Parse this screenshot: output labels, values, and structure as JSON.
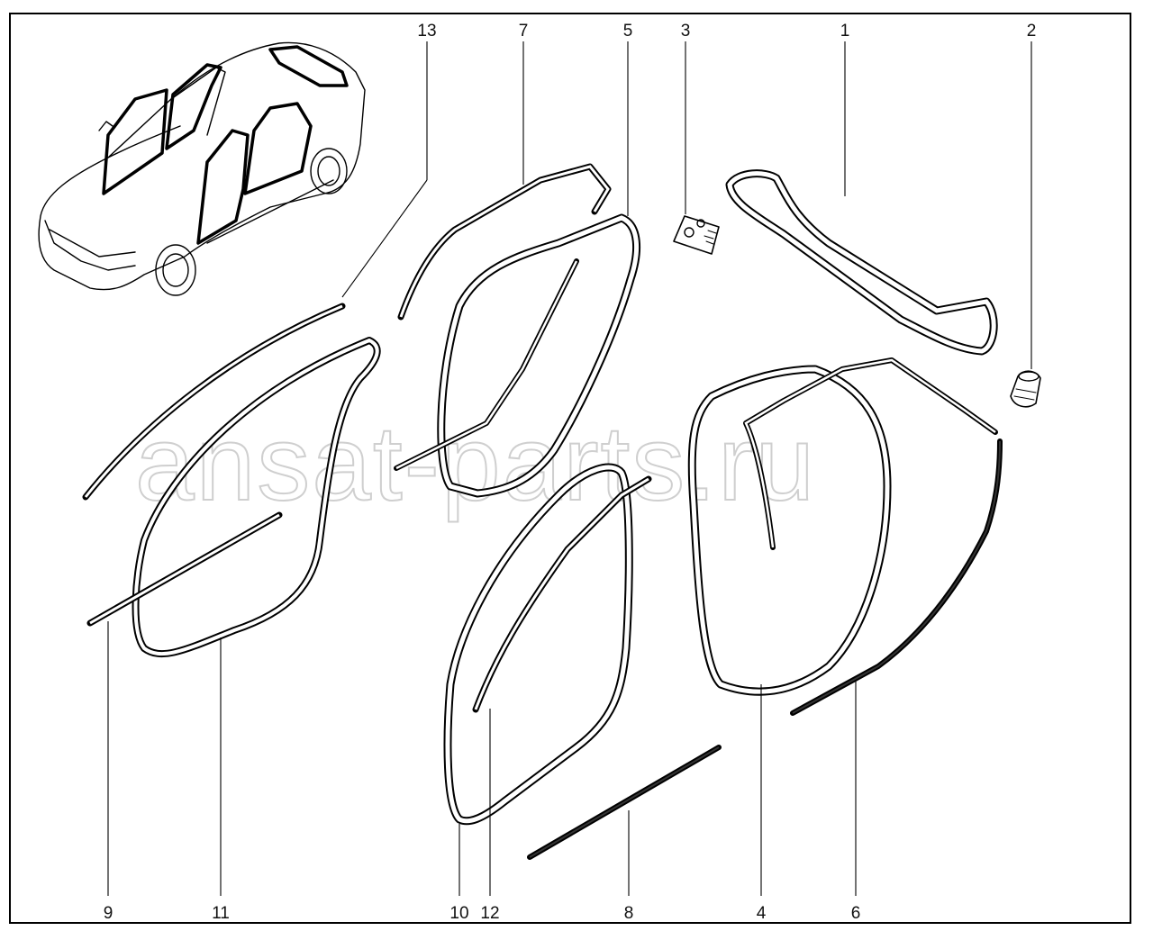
{
  "diagram": {
    "watermark": "ansat-parts.ru",
    "callouts": [
      {
        "id": "13",
        "label": "13"
      },
      {
        "id": "7",
        "label": "7"
      },
      {
        "id": "5",
        "label": "5"
      },
      {
        "id": "3",
        "label": "3"
      },
      {
        "id": "1",
        "label": "1"
      },
      {
        "id": "2",
        "label": "2"
      },
      {
        "id": "9",
        "label": "9"
      },
      {
        "id": "11",
        "label": "11"
      },
      {
        "id": "10",
        "label": "10"
      },
      {
        "id": "12",
        "label": "12"
      },
      {
        "id": "8",
        "label": "8"
      },
      {
        "id": "4",
        "label": "4"
      },
      {
        "id": "6",
        "label": "6"
      }
    ],
    "colors": {
      "line": "#000000",
      "watermark": "#cfcfcf",
      "background": "#ffffff"
    }
  }
}
